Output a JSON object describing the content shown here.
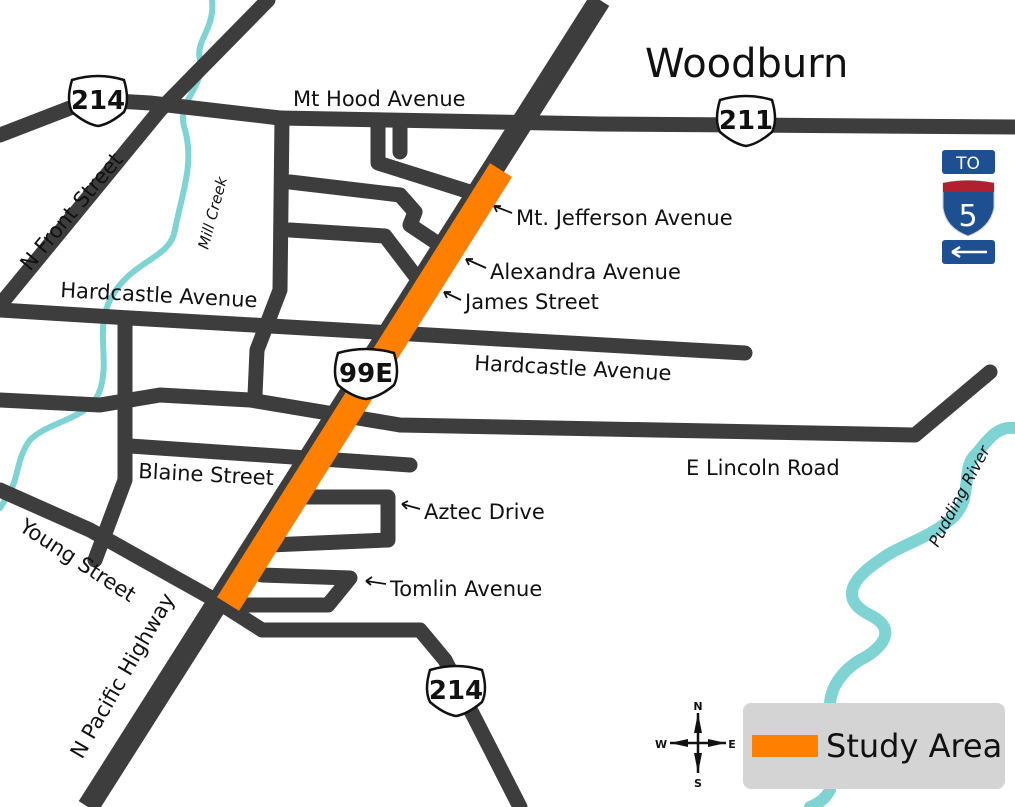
{
  "city": "Woodburn",
  "colors": {
    "road": "#3d3d3d",
    "study_area": "#ff7f00",
    "water": "#7fd3d3",
    "interstate_blue": "#1d4f91",
    "interstate_red": "#b0202e"
  },
  "streets": {
    "mt_hood": "Mt Hood Avenue",
    "n_front": "N Front Street",
    "mill_creek": "Mill Creek",
    "hardcastle_west": "Hardcastle Avenue",
    "hardcastle_east": "Hardcastle Avenue",
    "mt_jefferson": "Mt. Jefferson Avenue",
    "alexandra": "Alexandra Avenue",
    "james": "James Street",
    "e_lincoln": "E Lincoln Road",
    "blaine": "Blaine Street",
    "aztec": "Aztec Drive",
    "tomlin": "Tomlin Avenue",
    "young": "Young Street",
    "n_pacific": "N Pacific Highway",
    "pudding_river": "Pudding River"
  },
  "shields": {
    "or214_north": "214",
    "or211": "211",
    "or99e": "99E",
    "or214_south": "214"
  },
  "interstate_sign": {
    "to": "TO",
    "number": "5",
    "direction": "left-arrow"
  },
  "compass": {
    "n": "N",
    "s": "S",
    "e": "E",
    "w": "W"
  },
  "legend": {
    "label": "Study Area"
  }
}
